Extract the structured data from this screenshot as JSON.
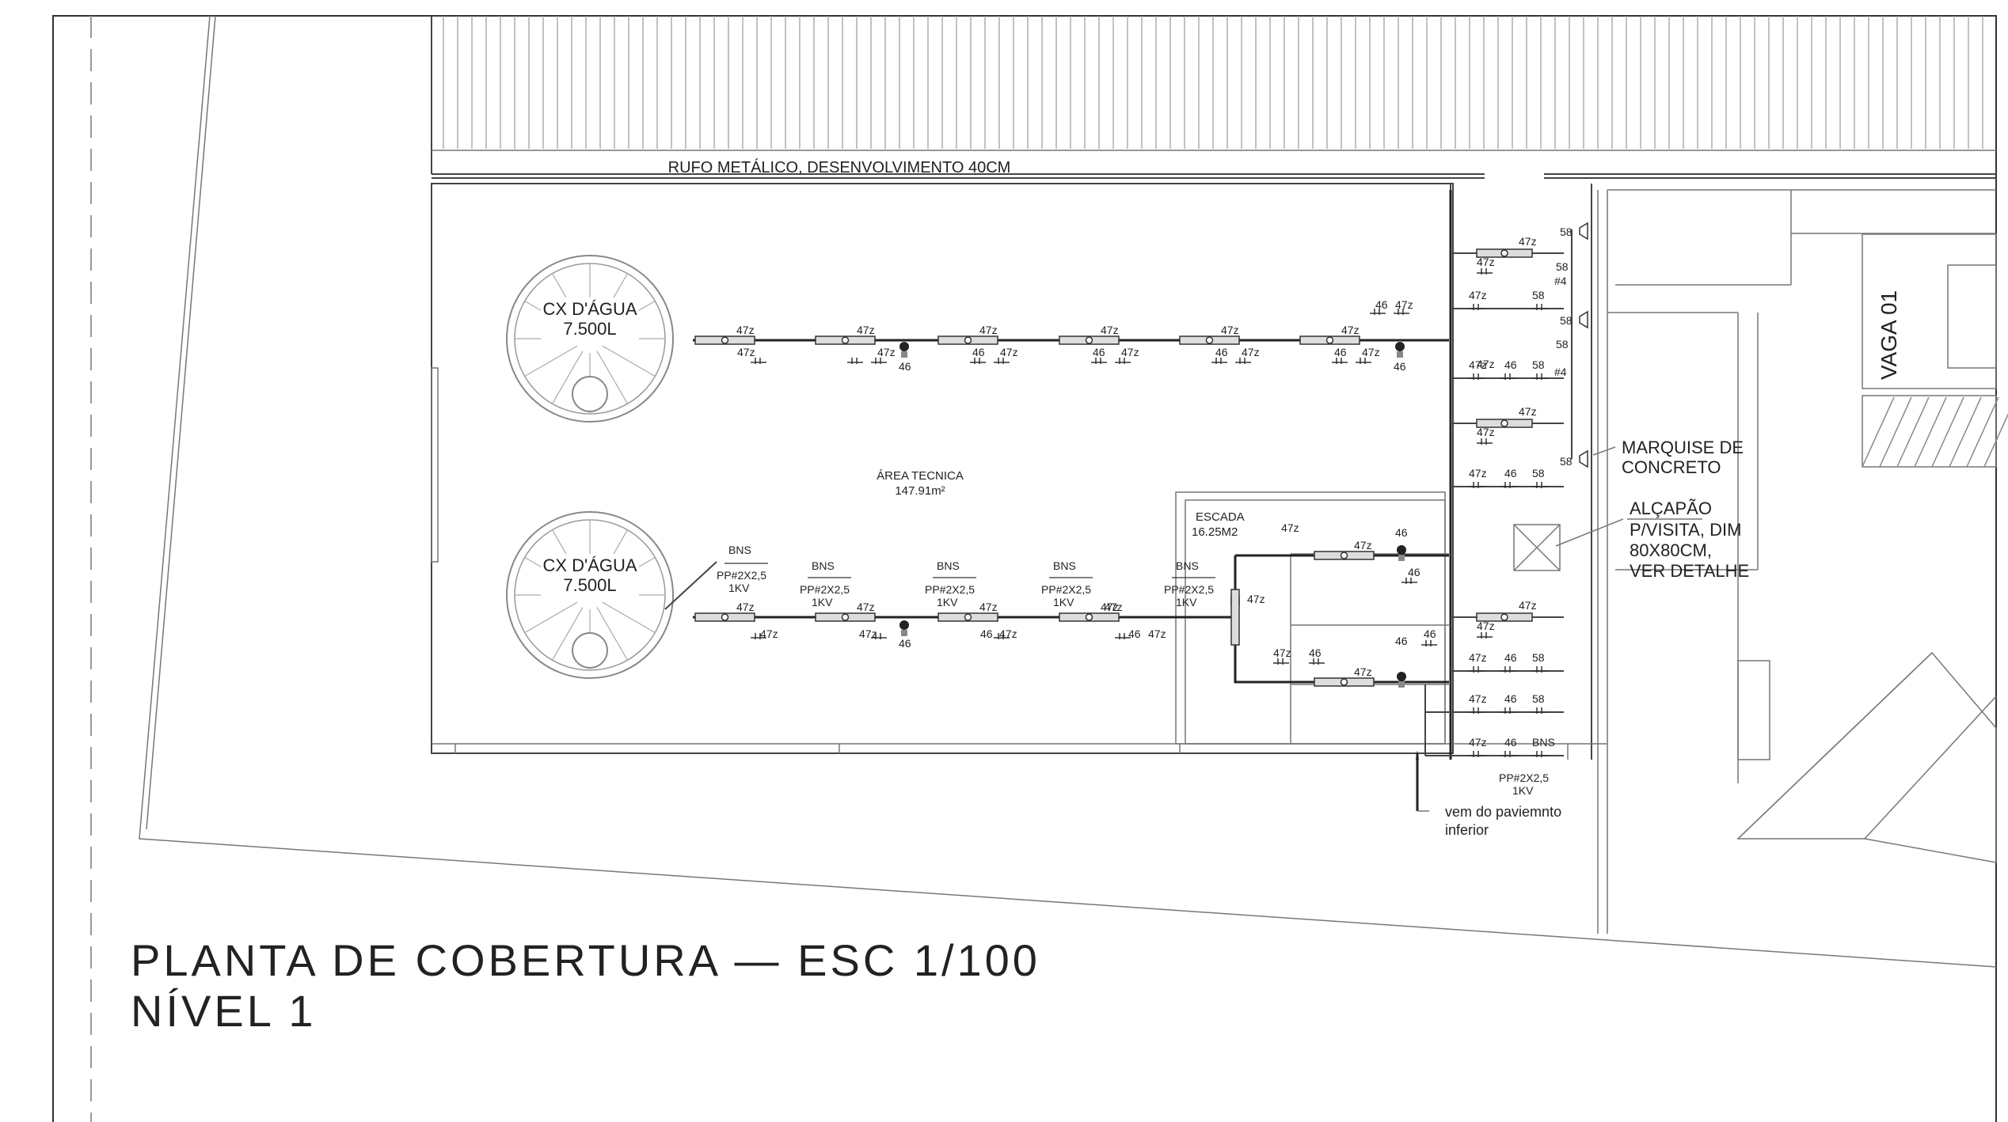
{
  "header": {
    "rufo": "RUFO METÁLICO, DESENVOLVIMENTO 40CM"
  },
  "tanks": [
    {
      "name": "CX D'ÁGUA",
      "volume": "7.500L"
    },
    {
      "name": "CX D'ÁGUA",
      "volume": "7.500L"
    }
  ],
  "areas": {
    "tecnica_label": "ÁREA TECNICA",
    "tecnica_size": "147.91m²",
    "escada_label": "ESCADA",
    "escada_size": "16.25M2"
  },
  "notes": {
    "marquise_1": "MARQUISE DE",
    "marquise_2": "CONCRETO",
    "alcapao_1": "ALÇAPÃO",
    "alcapao_2": "P/VISITA, DIM",
    "alcapao_3": "80X80CM,",
    "alcapao_4": "VER DETALHE",
    "vem_1": "vem do paviemnto",
    "vem_2": "inferior",
    "vaga": "VAGA 01"
  },
  "symbols": {
    "lum": "47z",
    "tomada": "46",
    "sensor": "58",
    "bns": "BNS",
    "cabo_1": "PP#2X2,5",
    "cabo_2": "1KV",
    "hash4": "#4"
  },
  "title": {
    "line1": "PLANTA DE COBERTURA — ESC 1/100",
    "line2": "NÍVEL 1"
  }
}
